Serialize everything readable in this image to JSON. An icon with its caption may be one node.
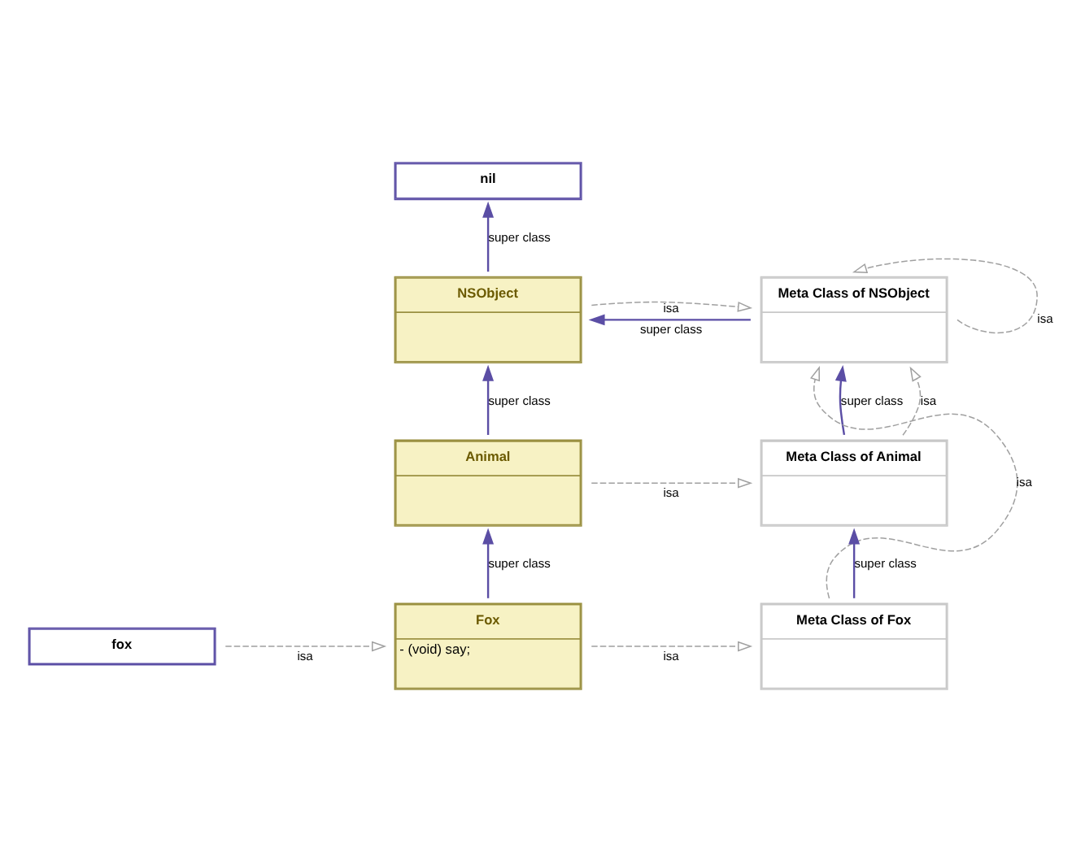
{
  "diagram": {
    "nodes": [
      {
        "text": [
          "nil"
        ]
      },
      {
        "text": [
          "NSObject"
        ]
      },
      {
        "text": [
          "Meta Class of NSObject"
        ]
      },
      {
        "text": [
          "Animal"
        ]
      },
      {
        "text": [
          "Meta Class of Animal"
        ]
      },
      {
        "text": [
          "fox"
        ]
      },
      {
        "text": [
          "Fox",
          "- (void) say;"
        ]
      },
      {
        "text": [
          "Meta Class of Fox"
        ]
      }
    ],
    "edges": [
      {
        "from": 1,
        "to": 0,
        "arrow": "to",
        "label": "super class",
        "color": "#5b4ea5"
      },
      {
        "from": 2,
        "to": 1,
        "arrow": "to",
        "label": "super class",
        "color": "#5b4ea5"
      },
      {
        "from": 1,
        "to": 2,
        "arrow": "to",
        "label": "isa",
        "style": "dashed"
      },
      {
        "from": 2,
        "to": 2,
        "arrow": "to",
        "label": "isa",
        "style": "dashed"
      },
      {
        "from": 3,
        "to": 1,
        "arrow": "to",
        "label": "super class",
        "color": "#5b4ea5"
      },
      {
        "from": 4,
        "to": 2,
        "arrow": "to",
        "label": "super class",
        "color": "#5b4ea5"
      },
      {
        "from": 3,
        "to": 4,
        "arrow": "to",
        "label": "isa",
        "style": "dashed"
      },
      {
        "from": 4,
        "to": 2,
        "arrow": "to",
        "label": "isa",
        "style": "dashed"
      },
      {
        "from": 6,
        "to": 3,
        "arrow": "to",
        "label": "super class",
        "color": "#5b4ea5"
      },
      {
        "from": 7,
        "to": 4,
        "arrow": "to",
        "label": "super class",
        "color": "#5b4ea5"
      },
      {
        "from": 5,
        "to": 6,
        "arrow": "to",
        "label": "isa",
        "style": "dashed"
      },
      {
        "from": 6,
        "to": 7,
        "arrow": "to",
        "label": "isa",
        "style": "dashed"
      },
      {
        "from": 7,
        "to": 2,
        "arrow": "to",
        "label": "isa",
        "style": "dashed"
      }
    ]
  }
}
